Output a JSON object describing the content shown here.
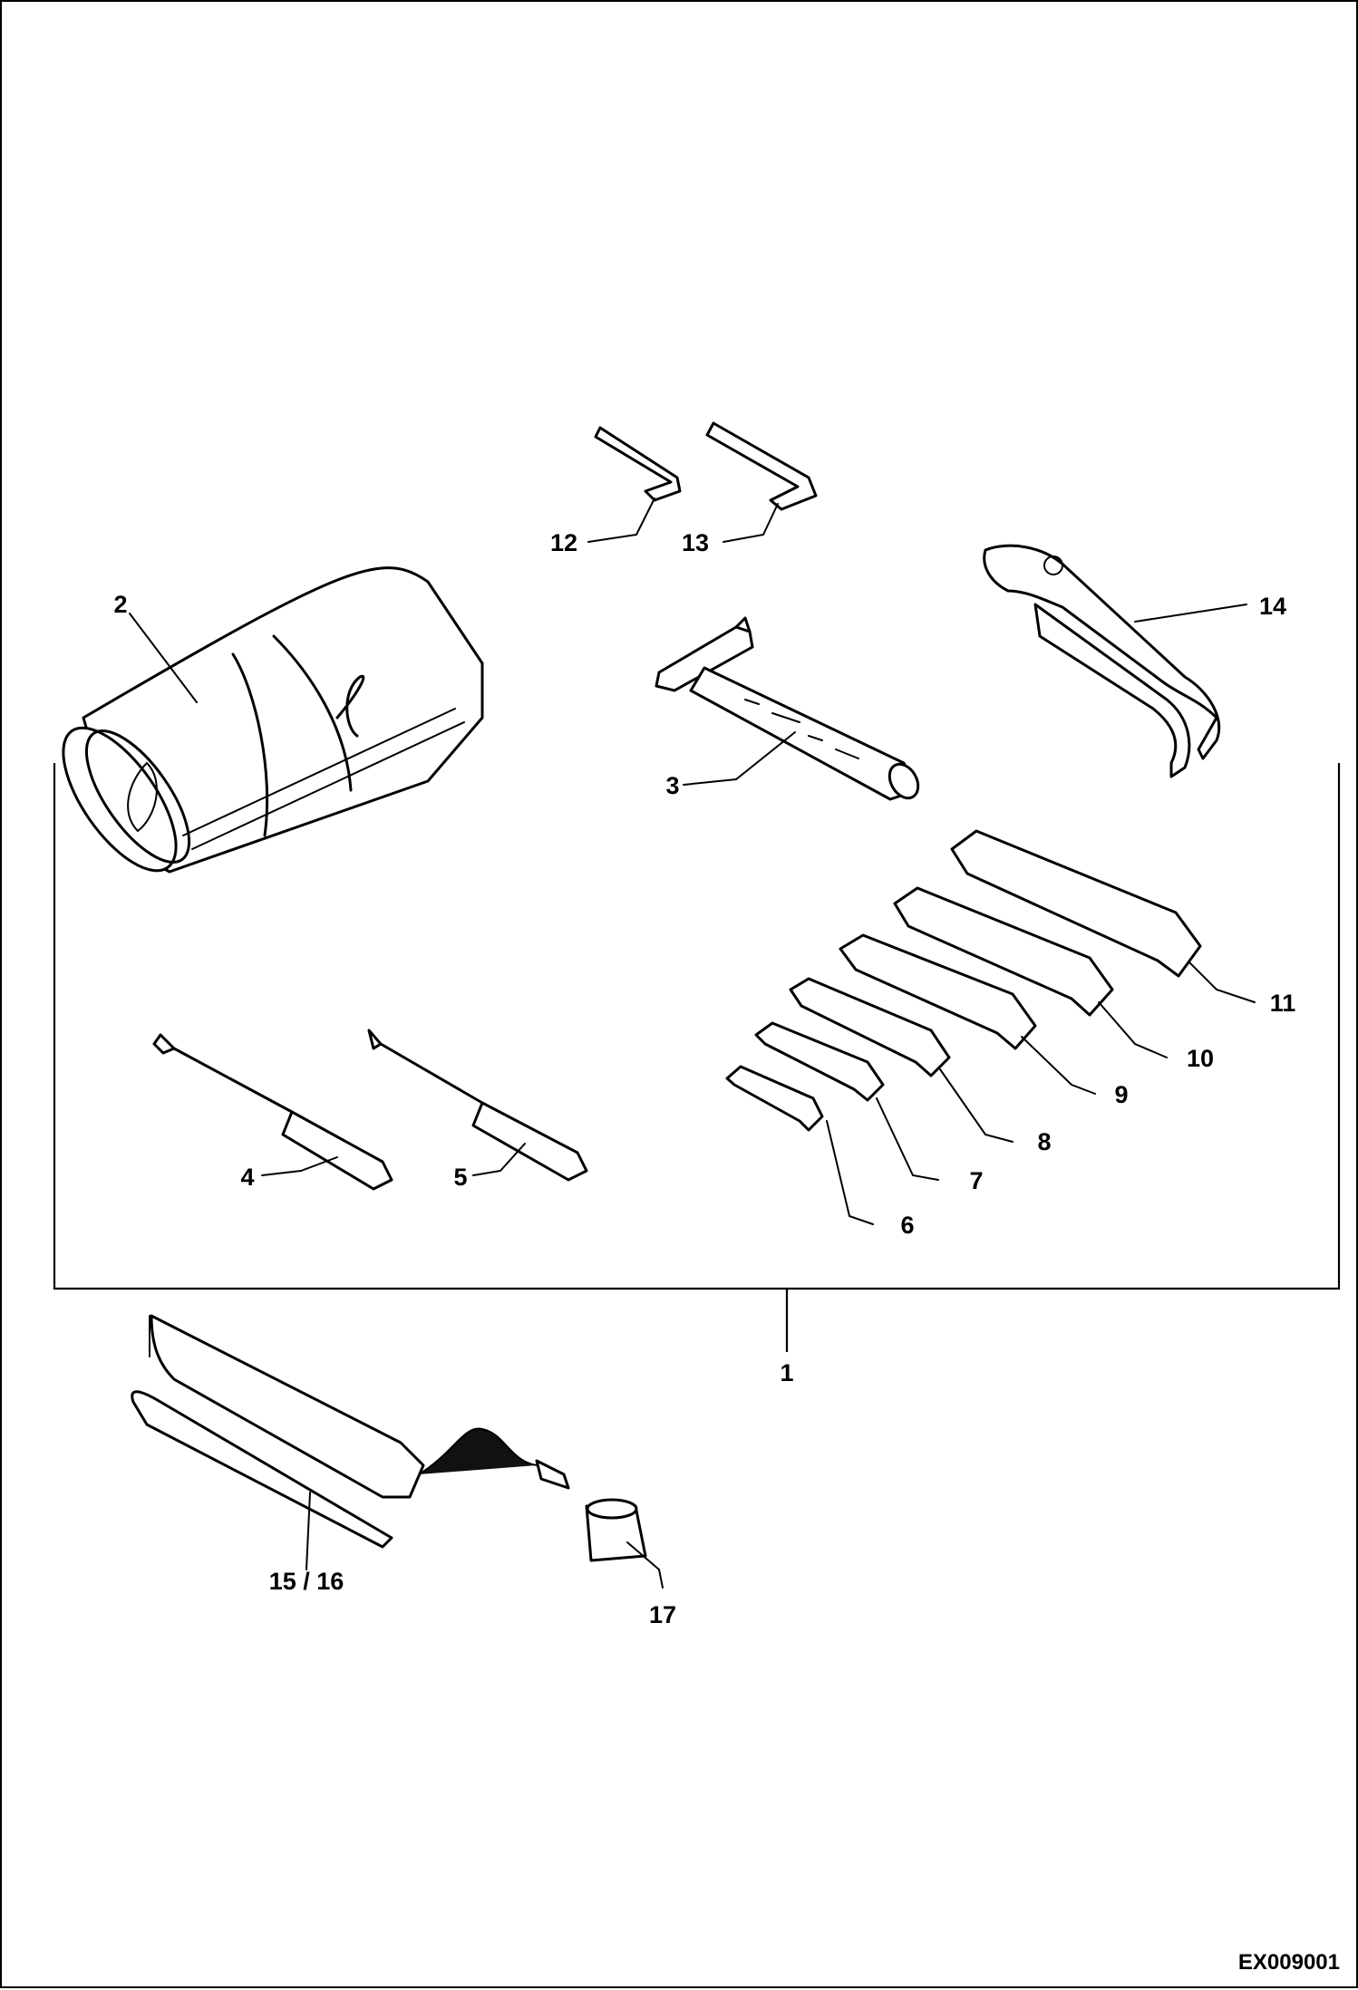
{
  "diagram": {
    "callouts": {
      "c1": "1",
      "c2": "2",
      "c3": "3",
      "c4": "4",
      "c5": "5",
      "c6": "6",
      "c7": "7",
      "c8": "8",
      "c9": "9",
      "c10": "10",
      "c11": "11",
      "c12": "12",
      "c13": "13",
      "c14": "14",
      "c15_16": "15 / 16",
      "c17": "17"
    },
    "figure_code": "EX009001"
  }
}
